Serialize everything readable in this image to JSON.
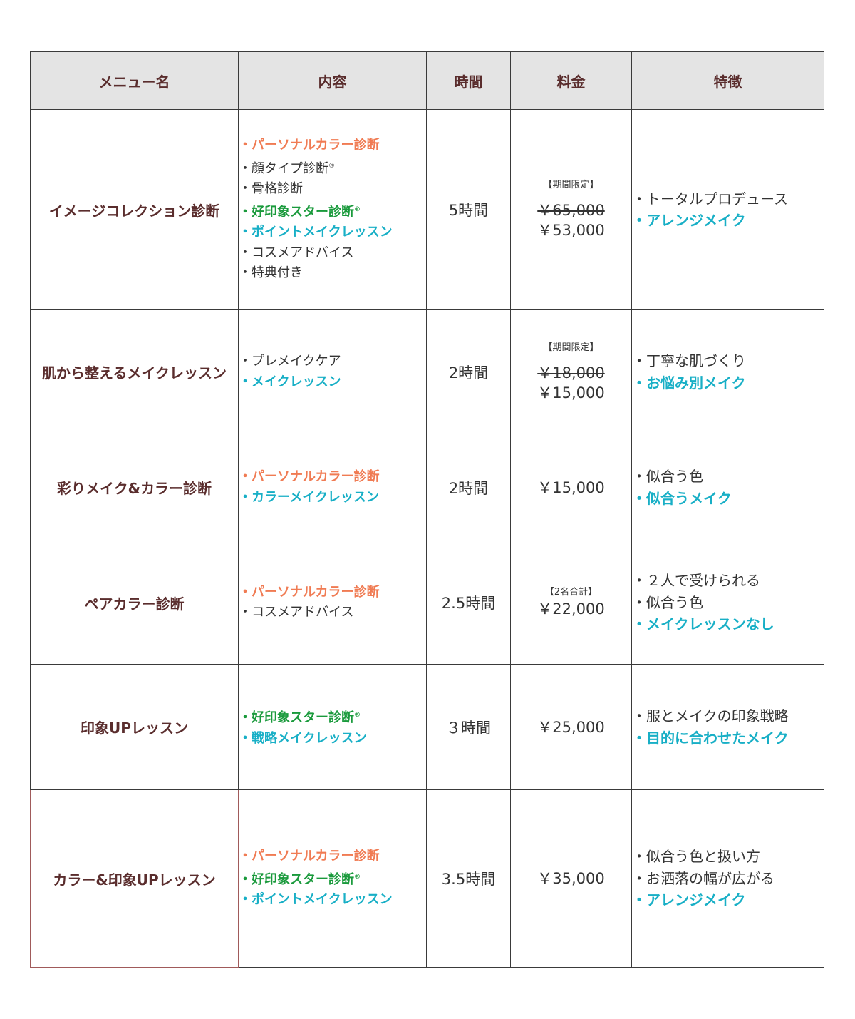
{
  "headers": {
    "name": "メニュー名",
    "content": "内容",
    "time": "時間",
    "price": "料金",
    "features": "特徴"
  },
  "rows": [
    {
      "name": "イメージコレクション診断",
      "items": [
        {
          "text": "パーソナルカラー診断",
          "color": "#f07b53"
        },
        {
          "text": "顔タイプ診断",
          "reg": "®",
          "color": "#333333"
        },
        {
          "text": "骨格診断",
          "color": "#333333"
        },
        {
          "text": "好印象スター診断",
          "reg": "®",
          "color": "#1a9a3c"
        },
        {
          "text": "ポイントメイクレッスン",
          "color": "#18afc6"
        },
        {
          "text": "コスメアドバイス",
          "color": "#333333"
        },
        {
          "text": "特典付き",
          "color": "#333333"
        }
      ],
      "time": "5時間",
      "price": {
        "note": "【期間限定】",
        "old": "￥65,000",
        "new": "￥53,000"
      },
      "features": [
        {
          "text": "トータルプロデュース",
          "color": "#333333"
        },
        {
          "text": "アレンジメイク",
          "color": "#18afc6"
        }
      ]
    },
    {
      "name": "肌から整えるメイクレッスン",
      "items": [
        {
          "text": "プレメイクケア",
          "color": "#333333"
        },
        {
          "text": "メイクレッスン",
          "color": "#18afc6"
        }
      ],
      "time": "2時間",
      "price": {
        "note": "【期間限定】",
        "old": "￥18,000",
        "new": "￥15,000"
      },
      "features": [
        {
          "text": "丁寧な肌づくり",
          "color": "#333333"
        },
        {
          "text": "お悩み別メイク",
          "color": "#18afc6"
        }
      ]
    },
    {
      "name": "彩りメイク&カラー診断",
      "items": [
        {
          "text": "パーソナルカラー診断",
          "color": "#f07b53"
        },
        {
          "text": "カラーメイクレッスン",
          "color": "#18afc6"
        }
      ],
      "time": "2時間",
      "price": {
        "value": "￥15,000"
      },
      "features": [
        {
          "text": "似合う色",
          "color": "#333333"
        },
        {
          "text": "似合うメイク",
          "color": "#18afc6"
        }
      ]
    },
    {
      "name": "ペアカラー診断",
      "items": [
        {
          "text": "パーソナルカラー診断",
          "color": "#f07b53"
        },
        {
          "text": "コスメアドバイス",
          "color": "#333333"
        }
      ],
      "time": "2.5時間",
      "price": {
        "note": "【2名合計】",
        "value": "￥22,000"
      },
      "features": [
        {
          "text": "２人で受けられる",
          "color": "#333333"
        },
        {
          "text": "似合う色",
          "color": "#333333"
        },
        {
          "text": "メイクレッスンなし",
          "color": "#18afc6"
        }
      ]
    },
    {
      "name": "印象UPレッスン",
      "items": [
        {
          "text": "好印象スター診断",
          "reg": "®",
          "color": "#1a9a3c"
        },
        {
          "text": "戦略メイクレッスン",
          "color": "#18afc6"
        }
      ],
      "time": "３時間",
      "price": {
        "value": "￥25,000"
      },
      "features": [
        {
          "text": "服とメイクの印象戦略",
          "color": "#333333"
        },
        {
          "text": "目的に合わせたメイク",
          "color": "#18afc6"
        }
      ]
    },
    {
      "name": "カラー&印象UPレッスン",
      "items": [
        {
          "text": "パーソナルカラー診断",
          "color": "#f07b53"
        },
        {
          "text": "好印象スター診断",
          "reg": "®",
          "color": "#1a9a3c"
        },
        {
          "text": "ポイントメイクレッスン",
          "color": "#18afc6"
        }
      ],
      "time": "3.5時間",
      "price": {
        "value": "￥35,000"
      },
      "features": [
        {
          "text": "似合う色と扱い方",
          "color": "#333333"
        },
        {
          "text": "お洒落の幅が広がる",
          "color": "#333333"
        },
        {
          "text": "アレンジメイク",
          "color": "#18afc6"
        }
      ]
    }
  ]
}
